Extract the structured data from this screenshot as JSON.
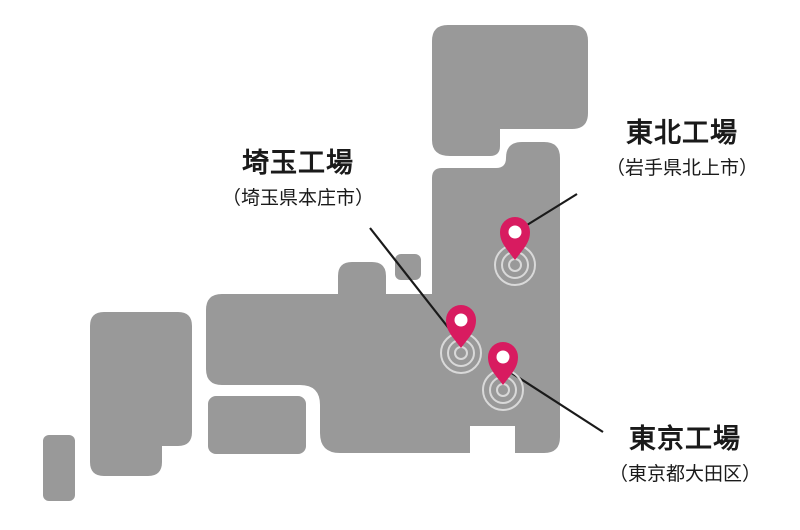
{
  "colors": {
    "land": "#999999",
    "pin": "#d81b60",
    "ring": "#d9d9d9",
    "text": "#1a1a1a"
  },
  "factories": [
    {
      "id": "tohoku",
      "name": "東北工場",
      "location": "（岩手県北上市）"
    },
    {
      "id": "saitama",
      "name": "埼玉工場",
      "location": "（埼玉県本庄市）"
    },
    {
      "id": "tokyo",
      "name": "東京工場",
      "location": "（東京都大田区）"
    }
  ],
  "icons": {
    "marker": "map-pin-icon",
    "signal": "signal-rings-icon"
  }
}
